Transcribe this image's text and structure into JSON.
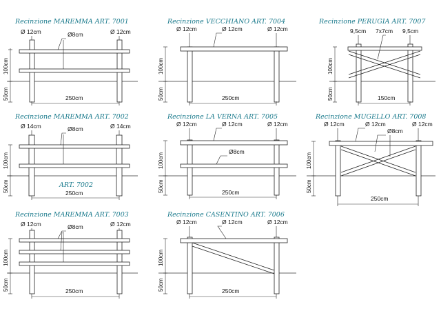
{
  "panels": [
    {
      "id": "p7001",
      "title": "Recinzione MAREMMA ART. 7001",
      "labels": [
        "Ø 12cm",
        "Ø8cm",
        "Ø 12cm"
      ],
      "height": "100cm",
      "depth": "50cm",
      "width": "250cm"
    },
    {
      "id": "p7004",
      "title": "Recinzione VECCHIANO ART. 7004",
      "labels": [
        "Ø 12cm",
        "Ø 12cm",
        "Ø 12cm"
      ],
      "height": "100cm",
      "depth": "50cm",
      "width": "250cm"
    },
    {
      "id": "p7007",
      "title": "Recinzione PERUGIA ART. 7007",
      "labels": [
        "9,5cm",
        "7x7cm",
        "9,5cm"
      ],
      "height": "100cm",
      "depth": "50cm",
      "width": "150cm"
    },
    {
      "id": "p7002",
      "title": "Recinzione MAREMMA ART. 7002",
      "labels": [
        "Ø 14cm",
        "Ø8cm",
        "Ø 14cm"
      ],
      "height": "100cm",
      "depth": "50cm",
      "width": "250cm",
      "sub": "ART. 7002"
    },
    {
      "id": "p7005",
      "title": "Recinzione LA VERNA ART. 7005",
      "labels": [
        "Ø 12cm",
        "Ø 12cm",
        "Ø 12cm",
        "Ø8cm"
      ],
      "height": "100cm",
      "depth": "50cm",
      "width": "250cm"
    },
    {
      "id": "p7008",
      "title": "Recinzione MUGELLO ART. 7008",
      "labels": [
        "Ø 12cm",
        "Ø 12cm",
        "Ø 12cm",
        "Ø8cm"
      ],
      "height": "100cm",
      "depth": "50cm",
      "width": "250cm"
    },
    {
      "id": "p7003",
      "title": "Recinzione MAREMMA ART. 7003",
      "labels": [
        "Ø 12cm",
        "Ø8cm",
        "Ø 12cm"
      ],
      "height": "100cm",
      "depth": "50cm",
      "width": "250cm"
    },
    {
      "id": "p7006",
      "title": "Recinzione CASENTINO ART. 7006",
      "labels": [
        "Ø 12cm",
        "Ø 12cm",
        "Ø 12cm"
      ],
      "height": "100cm",
      "depth": "50cm",
      "width": "250cm"
    }
  ]
}
